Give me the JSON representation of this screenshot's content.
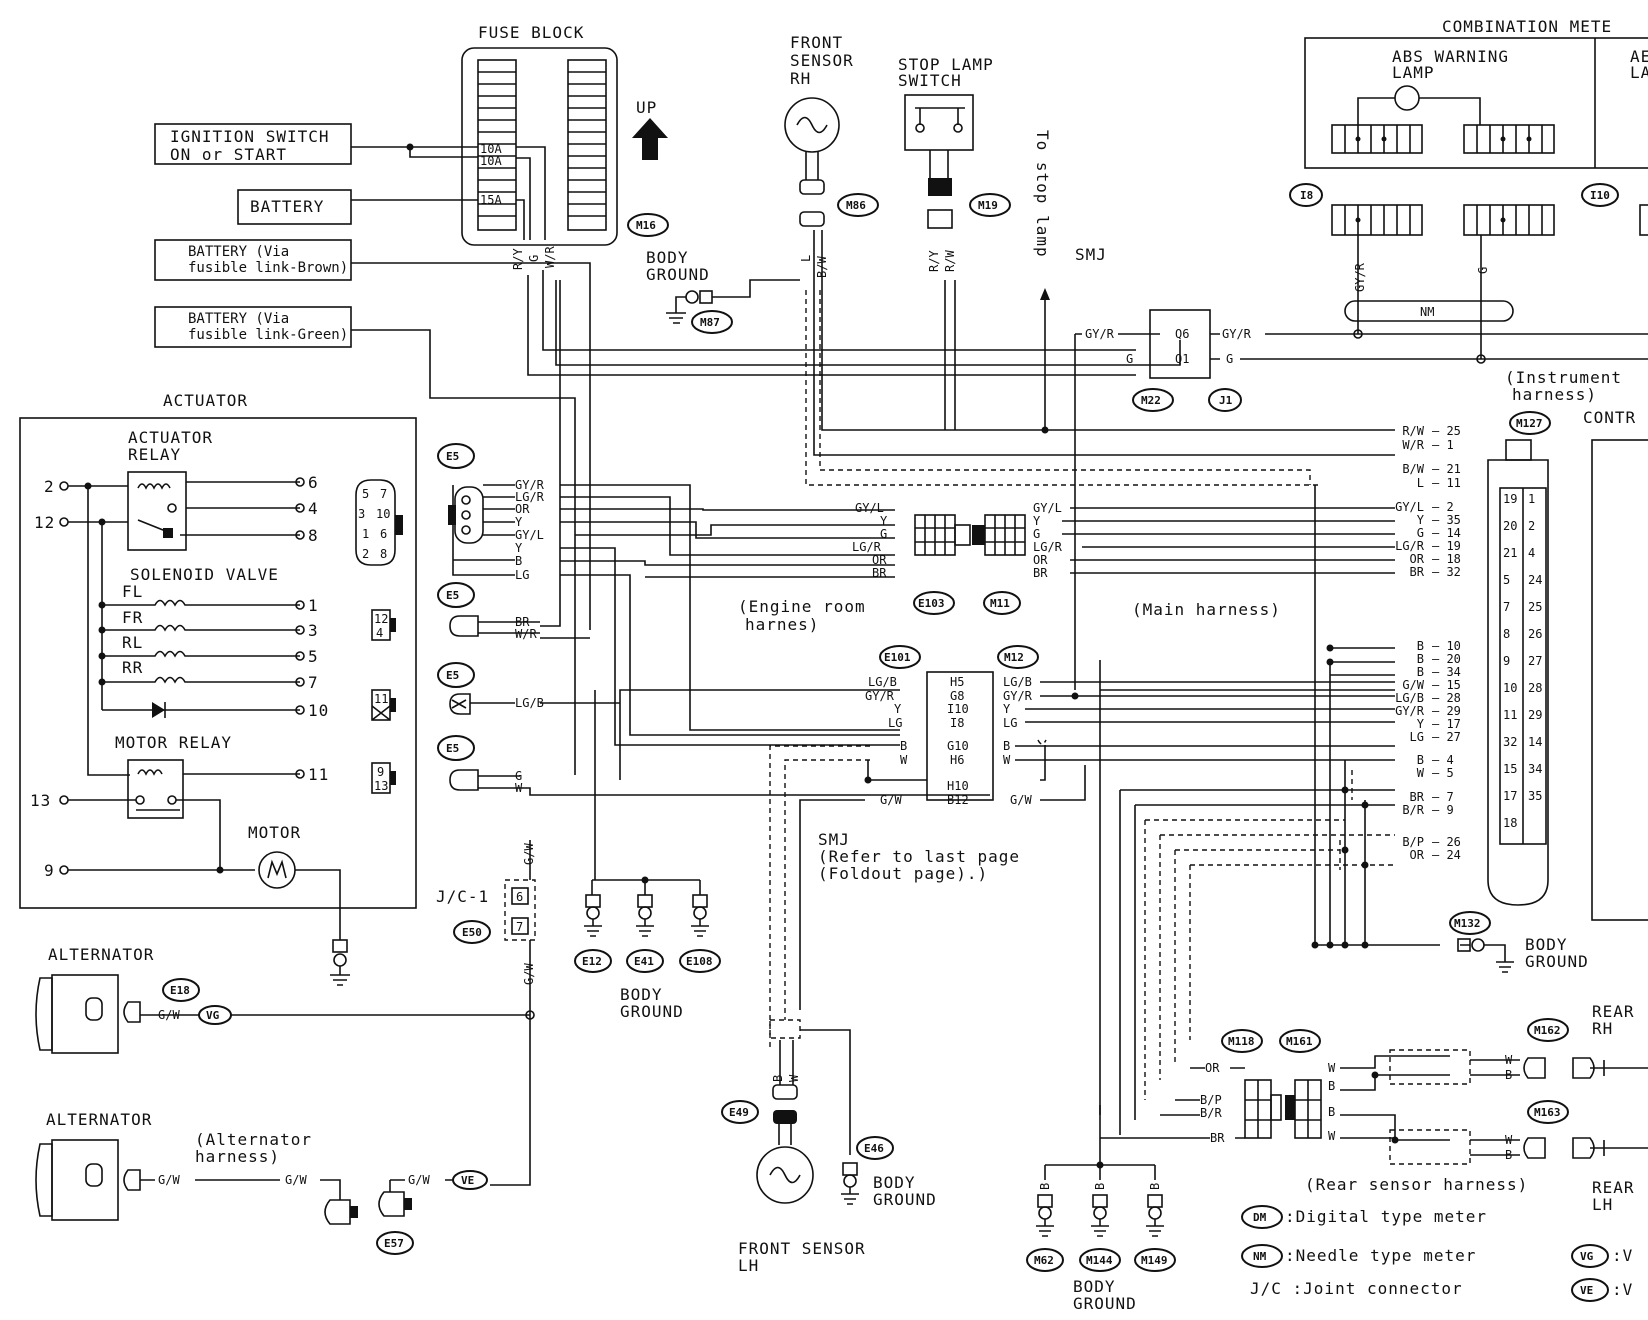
{
  "boxes": {
    "fuse_block": "FUSE BLOCK",
    "fuse_a": "10A",
    "fuse_b": "10A",
    "fuse_c": "15A",
    "up": "UP",
    "ign_1": "IGNITION SWITCH",
    "ign_2": "ON or START",
    "battery": "BATTERY",
    "batt_brown_1": "BATTERY (Via",
    "batt_brown_2": "fusible link-Brown)",
    "batt_green_1": "BATTERY (Via",
    "batt_green_2": "fusible link-Green)"
  },
  "actuator": {
    "title": "ACTUATOR",
    "relay_1": "ACTUATOR",
    "relay_2": "RELAY",
    "solenoid": "SOLENOID VALVE",
    "fl": "FL",
    "fr": "FR",
    "rl": "RL",
    "rr": "RR",
    "motor_relay": "MOTOR RELAY",
    "motor": "MOTOR",
    "pins_left": [
      "2",
      "12",
      "13",
      "9"
    ],
    "pins_right": [
      "6",
      "4",
      "8",
      "1",
      "3",
      "5",
      "7",
      "10",
      "11"
    ]
  },
  "sensors": {
    "front_rh_1": "FRONT",
    "front_rh_2": "SENSOR",
    "front_rh_3": "RH",
    "stop_1": "STOP LAMP",
    "stop_2": "SWITCH",
    "to_stop": "To stop lamp",
    "smj": "SMJ",
    "front_lh_1": "FRONT SENSOR",
    "front_lh_2": "LH",
    "rear_rh_1": "REAR",
    "rear_rh_2": "RH",
    "rear_lh_1": "REAR",
    "rear_lh_2": "LH"
  },
  "meter": {
    "title": "COMBINATION METE",
    "abs_1": "ABS WARNING",
    "abs_2": "LAMP",
    "ab_1": "AE",
    "ab_2": "LA",
    "nm": "NM",
    "inst_1": "(Instrument",
    "inst_2": "harness)",
    "contr": "CONTR"
  },
  "connectors": {
    "M16": "M16",
    "M86": "M86",
    "M19": "M19",
    "M87": "M87",
    "M22": "M22",
    "J1": "J1",
    "I8": "I8",
    "I10": "I10",
    "M127": "M127",
    "E5": "E5",
    "E103": "E103",
    "M11": "M11",
    "E101": "E101",
    "M12": "M12",
    "E50": "E50",
    "E12": "E12",
    "E41": "E41",
    "E108": "E108",
    "E18": "E18",
    "E49": "E49",
    "E46": "E46",
    "E57": "E57",
    "M132": "M132",
    "M118": "M118",
    "M161": "M161",
    "M162": "M162",
    "M163": "M163",
    "M62": "M62",
    "M144": "M144",
    "M149": "M149",
    "VG": "VG",
    "VE": "VE",
    "DM": "DM",
    "NM": "NM"
  },
  "grounds": {
    "body_ground": "BODY",
    "ground": "GROUND"
  },
  "labels": {
    "engine_room_1": "(Engine room",
    "engine_room_2": "harnes)",
    "main_harness": "(Main harness)",
    "smj_ref_1": "SMJ",
    "smj_ref_2": "(Refer to last page",
    "smj_ref_3": "(Foldout page).)",
    "jc1": "J/C-1",
    "alternator": "ALTERNATOR",
    "alt_harness_1": "(Alternator",
    "alt_harness_2": "harness)",
    "rear_sensor_harness": "(Rear sensor harness)"
  },
  "legend": {
    "dm": ":Digital type meter",
    "nm": ":Needle type meter",
    "jc": "J/C :Joint connector",
    "vg": ":V",
    "ve": ":V"
  },
  "wire_colors": {
    "gy_r": "GY/R",
    "lg_r": "LG/R",
    "or": "OR",
    "y": "Y",
    "gy_l": "GY/L",
    "b": "B",
    "lg": "LG",
    "br": "BR",
    "w_r": "W/R",
    "lg_b": "LG/B",
    "g": "G",
    "w": "W",
    "g_w": "G/W",
    "r_w": "R/W",
    "b_w": "B/W",
    "l": "L",
    "b_p": "B/P",
    "b_r": "B/R",
    "r_y": "R/Y"
  },
  "m127_pins": [
    {
      "c": "R/W",
      "p": "25"
    },
    {
      "c": "W/R",
      "p": "1"
    },
    {
      "c": "B/W",
      "p": "21"
    },
    {
      "c": "L",
      "p": "11"
    },
    {
      "c": "GY/L",
      "p": "2"
    },
    {
      "c": "Y",
      "p": "35"
    },
    {
      "c": "G",
      "p": "14"
    },
    {
      "c": "LG/R",
      "p": "19"
    },
    {
      "c": "OR",
      "p": "18"
    },
    {
      "c": "BR",
      "p": "32"
    },
    {
      "c": "B",
      "p": "10"
    },
    {
      "c": "B",
      "p": "20"
    },
    {
      "c": "B",
      "p": "34"
    },
    {
      "c": "G/W",
      "p": "15"
    },
    {
      "c": "LG/B",
      "p": "28"
    },
    {
      "c": "GY/R",
      "p": "29"
    },
    {
      "c": "Y",
      "p": "17"
    },
    {
      "c": "LG",
      "p": "27"
    },
    {
      "c": "B",
      "p": "4"
    },
    {
      "c": "W",
      "p": "5"
    },
    {
      "c": "BR",
      "p": "7"
    },
    {
      "c": "B/R",
      "p": "9"
    },
    {
      "c": "B/P",
      "p": "26"
    },
    {
      "c": "OR",
      "p": "24"
    }
  ],
  "e101_pins": [
    "H5",
    "G8",
    "I10",
    "I8",
    "G10",
    "H6",
    "H10",
    "B12"
  ],
  "j1_pins": [
    "Q6",
    "Q1"
  ],
  "jc1_pins": [
    "6",
    "7"
  ],
  "m127_numbers": [
    "19",
    "1",
    "20",
    "2",
    "21",
    "4",
    "5",
    "24",
    "7",
    "25",
    "8",
    "26",
    "9",
    "27",
    "10",
    "28",
    "11",
    "29",
    "32",
    "14",
    "15",
    "34",
    "17",
    "35",
    "18"
  ],
  "small_conns": [
    "5",
    "7",
    "3",
    "10",
    "1",
    "6",
    "2",
    "8",
    "12",
    "4",
    "11",
    "9",
    "13"
  ]
}
